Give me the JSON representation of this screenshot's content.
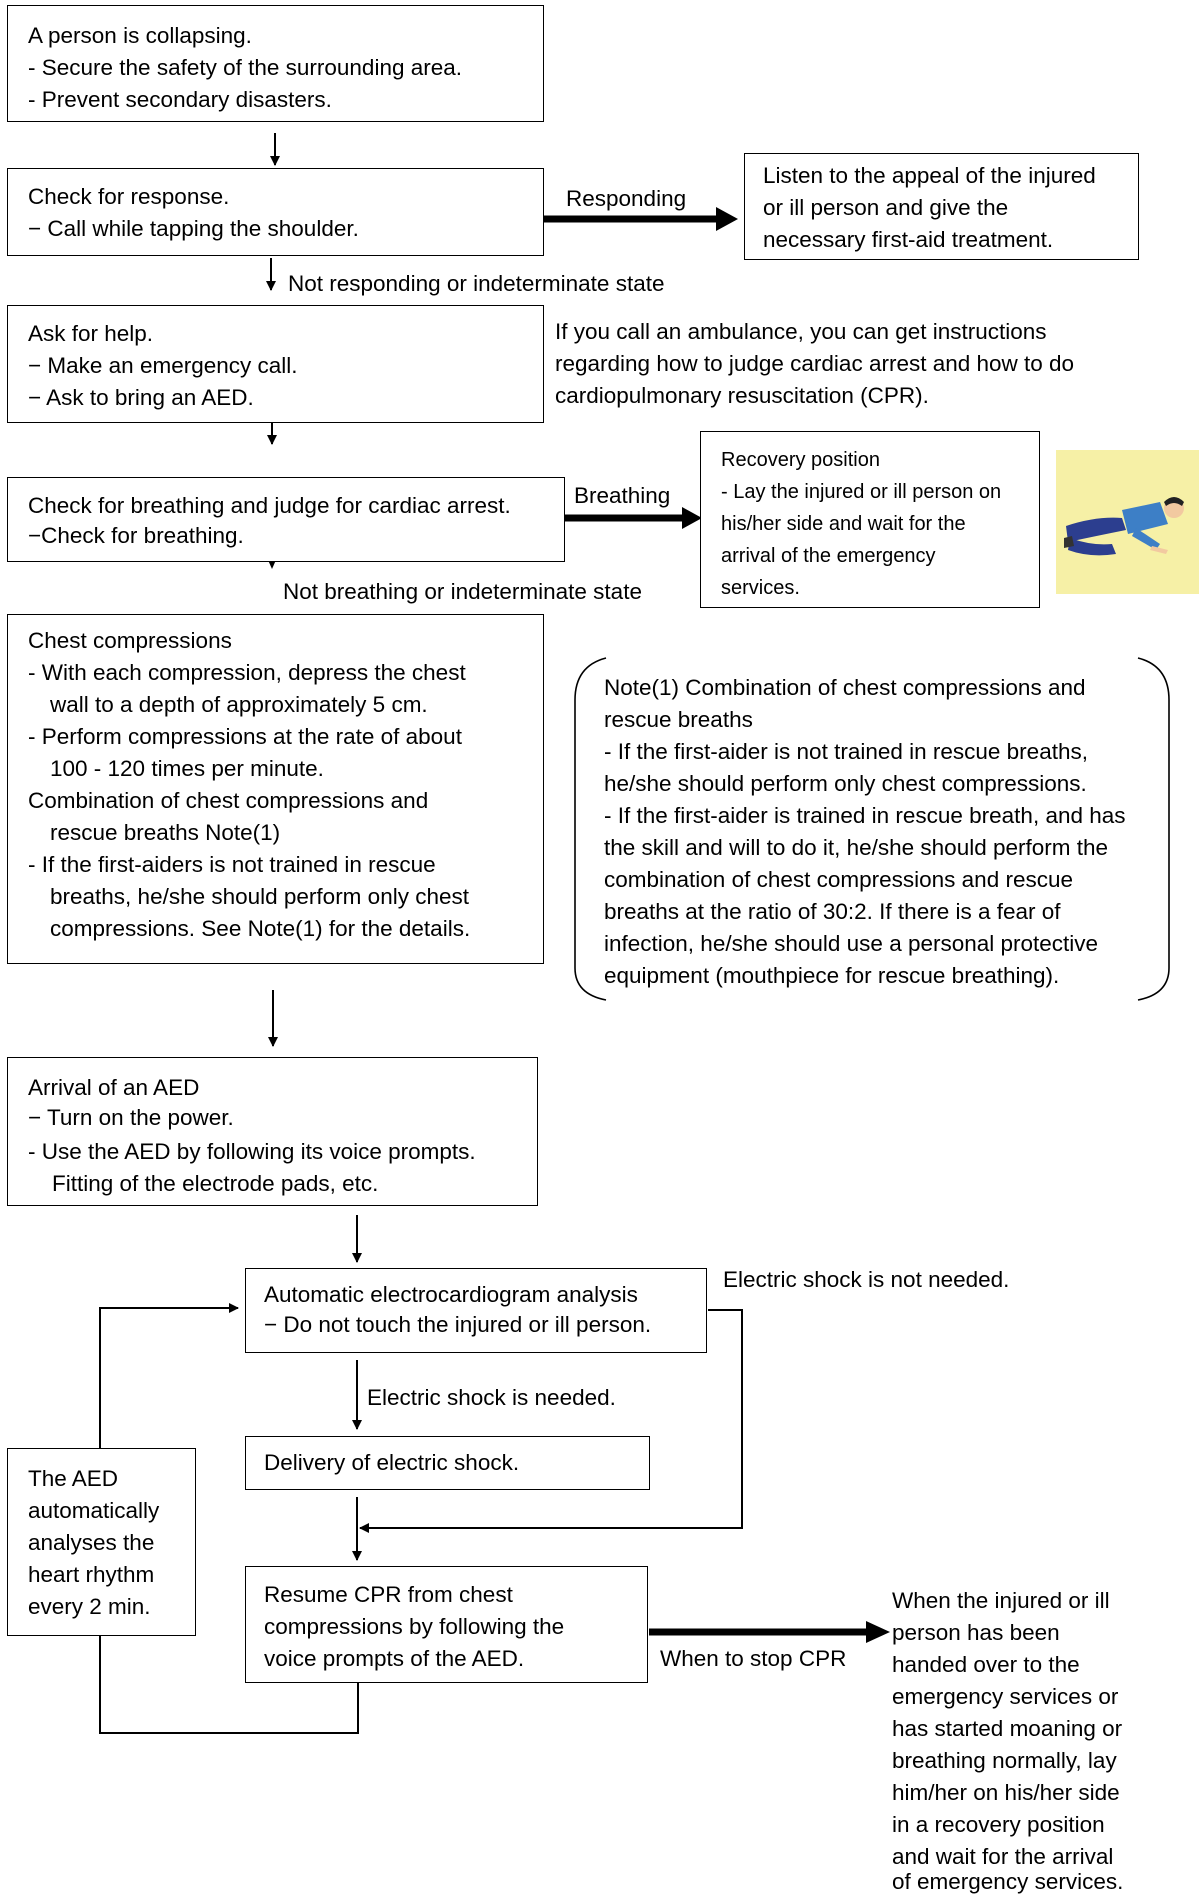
{
  "box1": [
    "A person is collapsing.",
    "-  Secure the safety of the surrounding area.",
    "-  Prevent secondary disasters."
  ],
  "box2": [
    "Check for response.",
    "−  Call while tapping the shoulder."
  ],
  "responding_label": "Responding",
  "first_aid_box": [
    "Listen to the appeal of the injured",
    "or ill person and give the",
    "necessary first-aid treatment."
  ],
  "not_responding_label": "Not responding or indeterminate state",
  "box3": [
    "Ask for help.",
    "−  Make an emergency call.",
    "−  Ask to bring an AED."
  ],
  "ambulance_note": [
    "If you call an ambulance, you can get instructions",
    "regarding how to judge cardiac arrest and how to do",
    "cardiopulmonary resuscitation (CPR)."
  ],
  "box4": [
    "Check for breathing and judge for cardiac arrest.",
    " −Check for breathing."
  ],
  "breathing_label": "Breathing",
  "recovery_box": [
    "Recovery position",
    "- Lay the injured or ill person on",
    "his/her side and wait for the",
    "arrival of the emergency",
    "services."
  ],
  "not_breathing_label": "Not breathing or indeterminate state",
  "box5": [
    "Chest compressions",
    "- With each compression, depress the chest",
    "wall to a depth of approximately 5 cm.",
    "- Perform compressions at the rate of about",
    "100 - 120 times per minute.",
    "Combination of chest compressions and",
    "rescue breaths Note(1)",
    "- If the first-aiders is not trained in rescue",
    "breaths, he/she should perform only chest",
    "compressions. See Note(1) for the details."
  ],
  "note1": [
    "Note(1) Combination of chest compressions and",
    "rescue breaths",
    "- If the first-aider is not trained in rescue breaths,",
    "he/she should perform only chest compressions.",
    "- If the first-aider is trained in rescue breath, and has",
    "the skill and will to do it, he/she should perform the",
    "combination of chest compressions and rescue",
    "breaths at the ratio of 30:2. If there is a fear of",
    "infection, he/she should use a personal protective",
    "equipment (mouthpiece for rescue breathing)."
  ],
  "box6": [
    "Arrival of an AED",
    "−  Turn on the power.",
    "-  Use the AED by following its voice prompts.",
    "Fitting of the electrode pads, etc."
  ],
  "box7": [
    "Automatic electrocardiogram analysis",
    "−  Do not touch the injured or ill person."
  ],
  "shock_not_needed_label": "Electric shock is not needed.",
  "shock_needed_label": "Electric shock is needed.",
  "box8": [
    "Delivery of electric shock."
  ],
  "aed_loop_box": [
    "The AED",
    "automatically",
    "analyses the",
    "heart rhythm",
    "every 2 min."
  ],
  "box9": [
    "Resume CPR from chest",
    "compressions by following the",
    "voice prompts of the AED."
  ],
  "stop_cpr_label": "When to stop CPR",
  "stop_note": [
    "When the injured or ill",
    "person has been",
    "handed over to the",
    "emergency services or",
    "has started moaning or",
    "breathing normally, lay",
    "him/her on his/her side",
    "in a recovery position",
    "and wait for the arrival",
    "of emergency services."
  ],
  "colors": {
    "line": "#000000",
    "photo_bg": "#f6f0a6",
    "shirt": "#3d7fc6",
    "skin": "#f2c9a0",
    "trousers": "#2c3e8f"
  }
}
